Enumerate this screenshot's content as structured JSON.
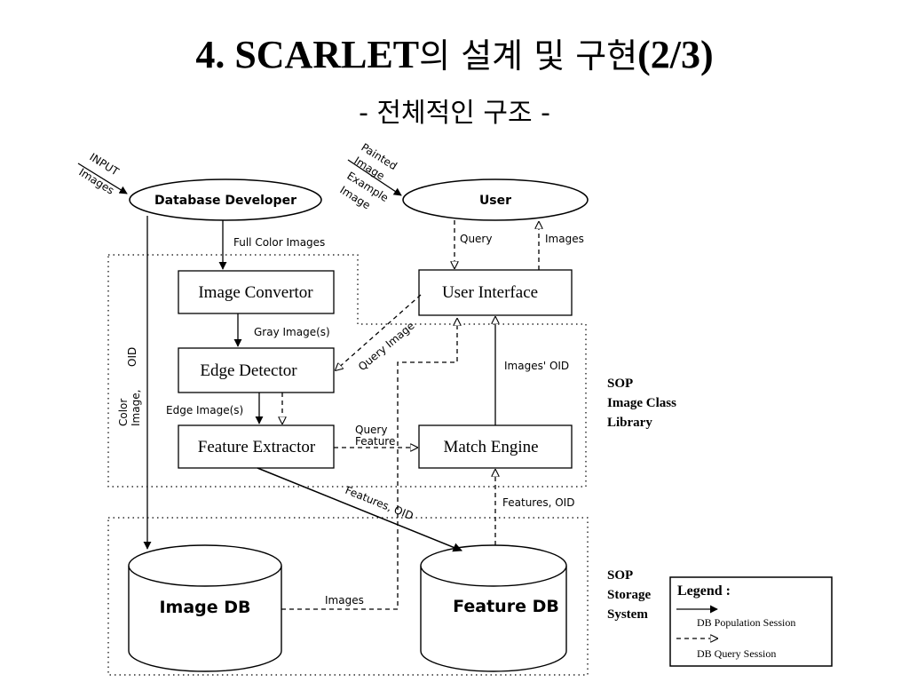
{
  "title": {
    "main": "4. SCARLET",
    "ko": "의 설계 및 구현",
    "suffix": "(2/3)"
  },
  "subtitle": "- 전체적인 구조 -",
  "actors": {
    "developer": "Database Developer",
    "user": "User",
    "input_line1": "INPUT",
    "input_line2": "Images",
    "painted_line1": "Painted",
    "painted_line2": "Image",
    "example_line1": "Example",
    "example_line2": "Image"
  },
  "boxes": {
    "image_convertor": "Image Convertor",
    "edge_detector": "Edge Detector",
    "feature_extractor": "Feature Extractor",
    "user_interface": "User Interface",
    "match_engine": "Match Engine"
  },
  "databases": {
    "image_db": "Image DB",
    "feature_db": "Feature DB"
  },
  "edges": {
    "full_color": "Full Color Images",
    "query": "Query",
    "images": "Images",
    "gray_images": "Gray Image(s)",
    "query_image": "Query Image",
    "images_oid": "Images' OID",
    "edge_images": "Edge Image(s)",
    "query_feature_1": "Query",
    "query_feature_2": "Feature",
    "features_oid_diag": "Features, OID",
    "features_oid": "Features, OID",
    "images_db": "Images",
    "color_image_oid_1": "Color",
    "color_image_oid_2": "Image,",
    "color_image_oid_3": "OID"
  },
  "regions": {
    "sop_icl_1": "SOP",
    "sop_icl_2": "Image Class",
    "sop_icl_3": "Library",
    "sop_ss_1": "SOP",
    "sop_ss_2": "Storage",
    "sop_ss_3": "System"
  },
  "legend": {
    "title": "Legend :",
    "population": "DB Population Session",
    "query": "DB Query Session"
  }
}
